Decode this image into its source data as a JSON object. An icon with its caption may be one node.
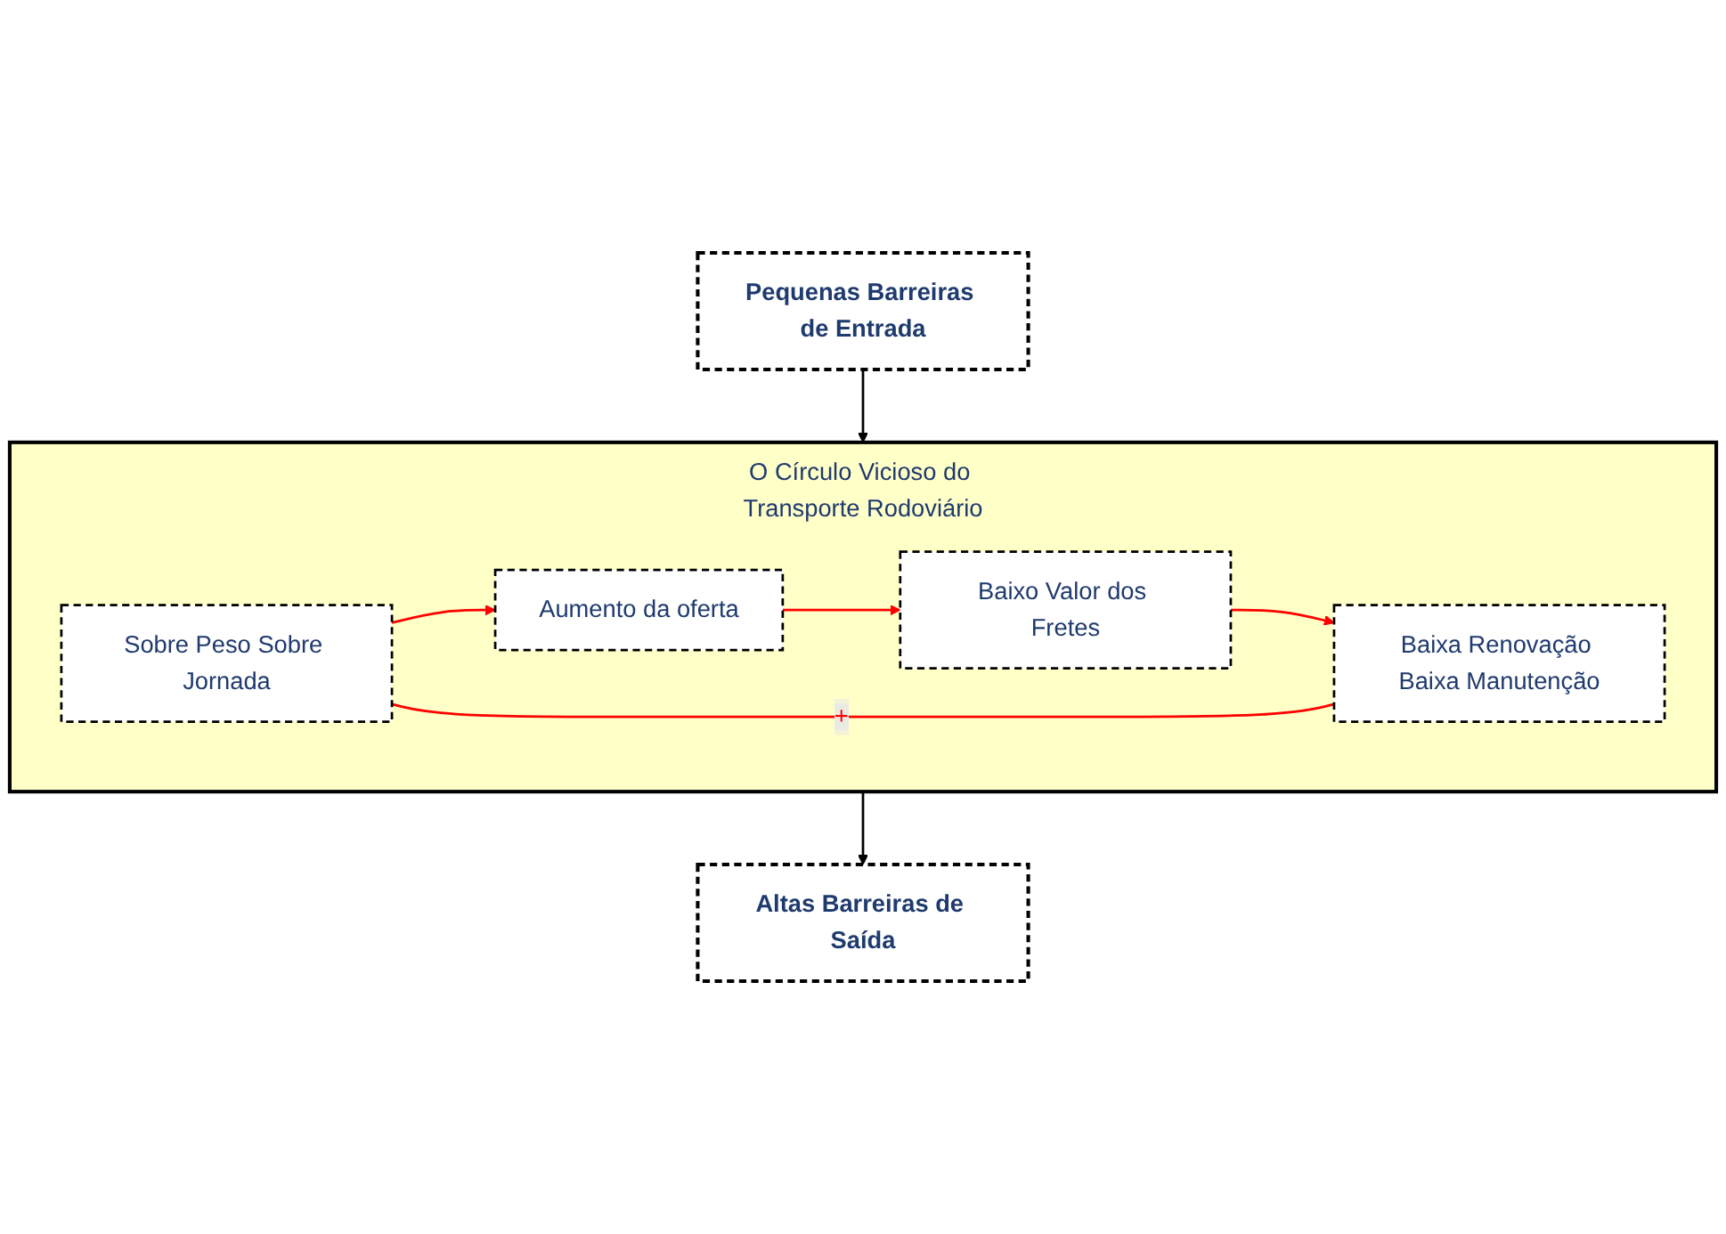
{
  "diagram": {
    "nodes": [
      {
        "text": [
          "Pequenas Barreiras de Entrada"
        ]
      },
      {
        "text": [
          "Altas Barreiras de Saída"
        ]
      },
      {
        "text": [
          "O Círculo Vicioso do Transporte Rodoviário"
        ]
      },
      {
        "text": [
          "Aumento da oferta"
        ],
        "in": 2
      },
      {
        "text": [
          "Baixo Valor dos Fretes"
        ],
        "in": 2
      },
      {
        "text": [
          "Sobre Peso Sobre Jornada"
        ],
        "in": 2
      },
      {
        "text": [
          "Baixa Renovação Baixa Manutenção"
        ],
        "in": 2
      }
    ],
    "edges": [
      {
        "from": 0,
        "to": 2,
        "arrow": "to",
        "color": "#000000"
      },
      {
        "from": 2,
        "to": 1,
        "arrow": "to",
        "color": "#000000"
      },
      {
        "from": 3,
        "to": 4,
        "arrow": "to"
      },
      {
        "from": 4,
        "to": 6,
        "arrow": "to"
      },
      {
        "from": 5,
        "to": 6,
        "arrow": "none",
        "label": "+"
      },
      {
        "from": 5,
        "to": 3,
        "arrow": "to"
      }
    ]
  }
}
